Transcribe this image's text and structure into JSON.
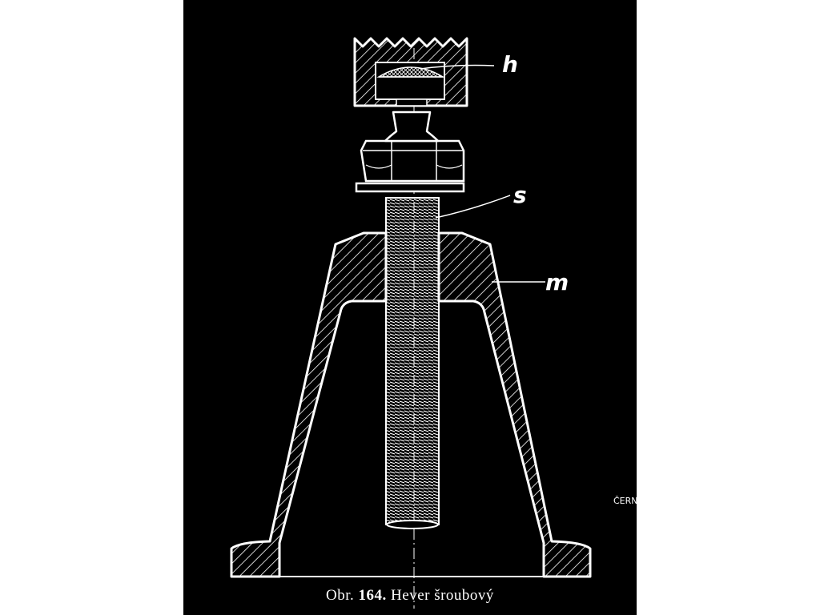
{
  "figure": {
    "labels": {
      "h": "h",
      "s": "s",
      "m": "m"
    },
    "caption": {
      "prefix": "Obr.",
      "number": "164.",
      "title": "Hever šroubový"
    }
  },
  "watermark": "ČERN"
}
